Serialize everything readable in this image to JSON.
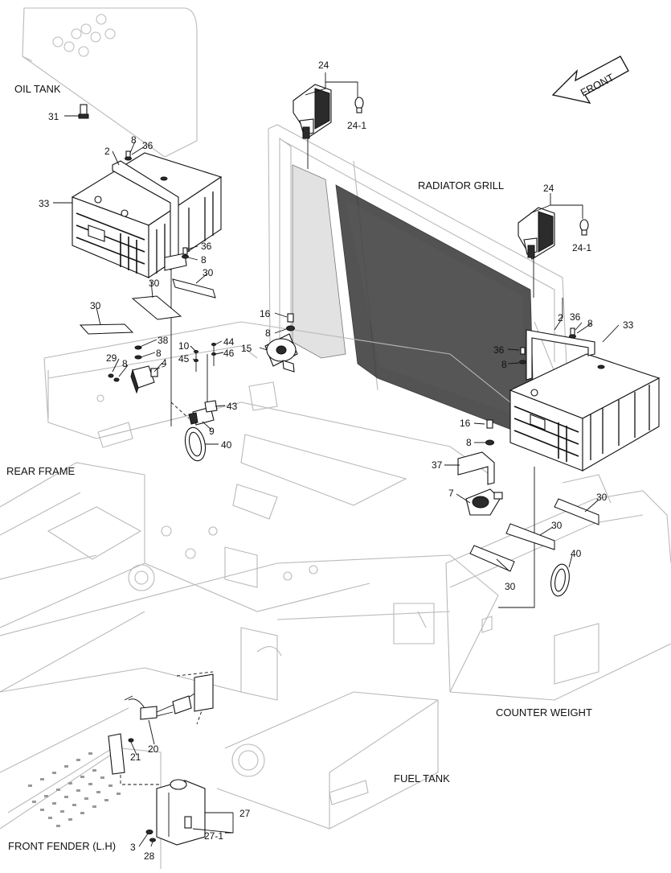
{
  "region_labels": {
    "oil_tank": "OIL TANK",
    "radiator_grill": "RADIATOR GRILL",
    "rear_frame": "REAR FRAME",
    "counter_weight": "COUNTER WEIGHT",
    "fuel_tank": "FUEL TANK",
    "front_fender": "FRONT FENDER (L.H)",
    "front": "FRONT"
  },
  "callouts": {
    "c2a": "2",
    "c2b": "2",
    "c3": "3",
    "c4": "4",
    "c7": "7",
    "c8a": "8",
    "c8b": "8",
    "c8c": "8",
    "c8d": "8",
    "c8e": "8",
    "c8f": "8",
    "c8g": "8",
    "c8h": "8",
    "c9": "9",
    "c10": "10",
    "c15": "15",
    "c16a": "16",
    "c16b": "16",
    "c20": "20",
    "c21": "21",
    "c24a": "24",
    "c24b": "24",
    "c24_1a": "24-1",
    "c24_1b": "24-1",
    "c27": "27",
    "c27_1": "27-1",
    "c28": "28",
    "c29": "29",
    "c30a": "30",
    "c30b": "30",
    "c30c": "30",
    "c30d": "30",
    "c30e": "30",
    "c30f": "30",
    "c31": "31",
    "c33a": "33",
    "c33b": "33",
    "c36a": "36",
    "c36b": "36",
    "c36c": "36",
    "c36d": "36",
    "c37": "37",
    "c38": "38",
    "c40a": "40",
    "c40b": "40",
    "c43": "43",
    "c44": "44",
    "c45": "45",
    "c46": "46"
  }
}
